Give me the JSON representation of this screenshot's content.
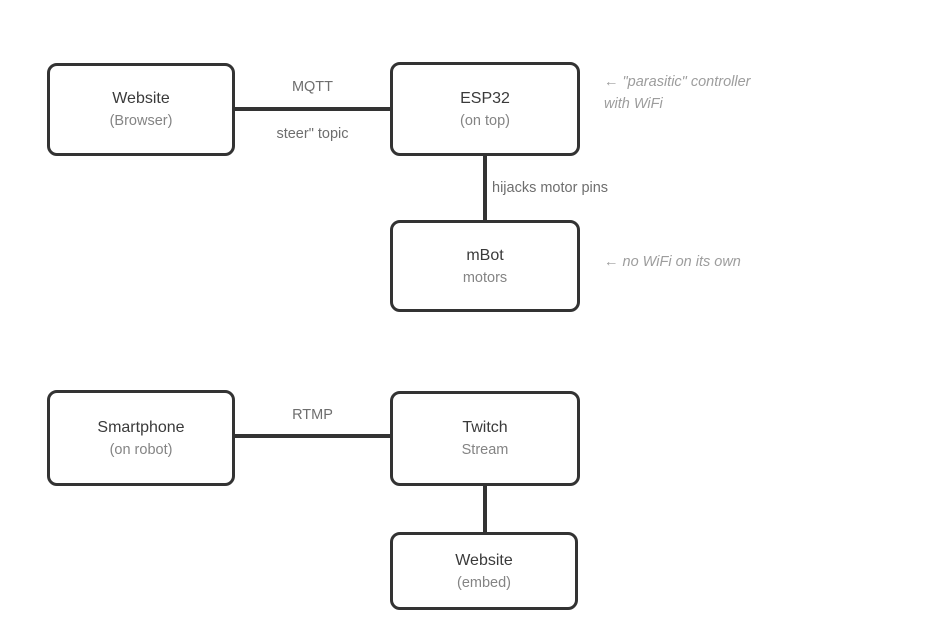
{
  "diagram": {
    "background_color": "#ffffff",
    "box_border_color": "#333333",
    "title_color": "#3a3a3a",
    "subtitle_color": "#848484",
    "edge_label_color": "#6e6e6e",
    "annotation_color": "#9d9d9d",
    "nodes": [
      {
        "id": "website-browser",
        "title": "Website",
        "subtitle": "(Browser)"
      },
      {
        "id": "esp32",
        "title": "ESP32",
        "subtitle": "(on top)"
      },
      {
        "id": "mbot",
        "title": "mBot",
        "subtitle": "motors"
      },
      {
        "id": "smartphone",
        "title": "Smartphone",
        "subtitle": "(on robot)"
      },
      {
        "id": "twitch",
        "title": "Twitch",
        "subtitle": "Stream"
      },
      {
        "id": "website-embed",
        "title": "Website",
        "subtitle": "(embed)"
      }
    ],
    "edges": [
      {
        "from": "website-browser",
        "to": "esp32",
        "label_above": "MQTT",
        "label_below": "steer\" topic"
      },
      {
        "from": "esp32",
        "to": "mbot",
        "label": "hijacks motor pins"
      },
      {
        "from": "smartphone",
        "to": "twitch",
        "label": "RTMP"
      },
      {
        "from": "twitch",
        "to": "website-embed",
        "label": ""
      }
    ],
    "annotations": [
      {
        "target": "esp32",
        "text": "← \"parasitic\" controller\nwith WiFi"
      },
      {
        "target": "mbot",
        "text": "← no WiFi on its own"
      }
    ]
  }
}
